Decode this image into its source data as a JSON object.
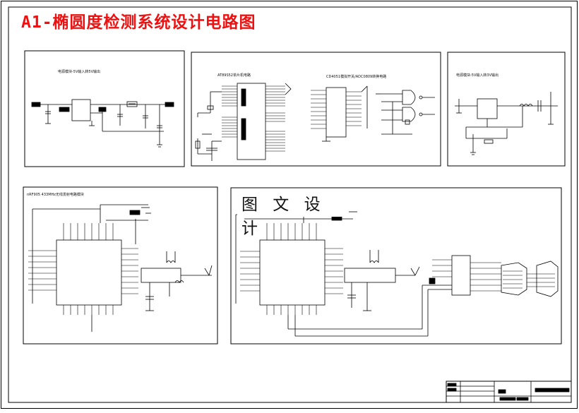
{
  "title": "A1-椭圆度检测系统设计电路图",
  "watermark": "图 文 设 计",
  "panels": {
    "power_supply": {
      "label": "电源模块-5V输入转5V输出"
    },
    "mcu": {
      "label": "AT89S52单片机电路"
    },
    "adc_logic": {
      "label": "CD4051模拟开关/ADC0809转换电路"
    },
    "regulator": {
      "label": "电源模块-5V输入转3V输出"
    },
    "rf_tx": {
      "label": "nRF905 433MHz无线发射电路模块"
    },
    "rf_rx": {
      "label": ""
    }
  },
  "colors": {
    "title": "#ee1111",
    "line": "#000000",
    "border": "#000000",
    "background": "#ffffff"
  }
}
